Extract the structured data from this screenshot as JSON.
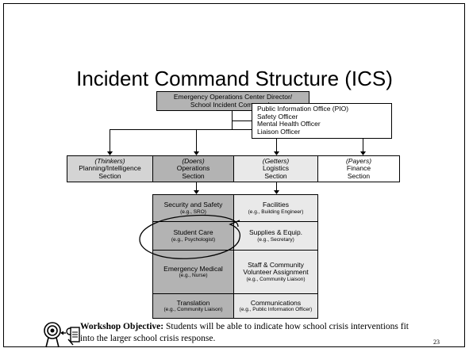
{
  "title": "Incident Command Structure (ICS)",
  "director": {
    "line1": "Emergency Operations Center Director/",
    "line2": "School Incident Commander"
  },
  "staff": [
    "Public Information Office (PIO)",
    "Safety Officer",
    "Mental Health Officer",
    "Liaison Officer"
  ],
  "sections": [
    {
      "role": "(Thinkers)",
      "name": "Planning/Intelligence",
      "sub": "Section"
    },
    {
      "role": "(Doers)",
      "name": "Operations",
      "sub": "Section"
    },
    {
      "role": "(Getters)",
      "name": "Logistics",
      "sub": "Section"
    },
    {
      "role": "(Payers)",
      "name": "Finance",
      "sub": "Section"
    }
  ],
  "operations_units": [
    {
      "name": "Security and Safety",
      "example": "(e.g., SRO)"
    },
    {
      "name": "Student Care",
      "example": "(e.g., Psychologist)"
    },
    {
      "name": "Emergency Medical",
      "example": "(e.g., Nurse)"
    },
    {
      "name": "Translation",
      "example": "(e.g., Community Liaison)"
    }
  ],
  "logistics_units": [
    {
      "name": "Facilities",
      "example": "(e.g., Building Engineer)"
    },
    {
      "name": "Supplies & Equip.",
      "example": "(e.g., Secretary)"
    },
    {
      "name": "Staff & Community Volunteer Assignment",
      "example": "(e.g., Community Liaison)"
    },
    {
      "name": "Communications",
      "example": "(e.g., Public Information Officer)"
    }
  ],
  "footer": {
    "objective_label": "Workshop Objective:",
    "objective_text": " Students will be able to indicate how school crisis interventions fit into the larger school crisis response."
  },
  "page_number": "23",
  "colors": {
    "dark": "#b3b3b3",
    "mid": "#d4d4d4",
    "light": "#e9e9e9"
  },
  "icons": [
    "target-icon",
    "worksheet-icon"
  ]
}
